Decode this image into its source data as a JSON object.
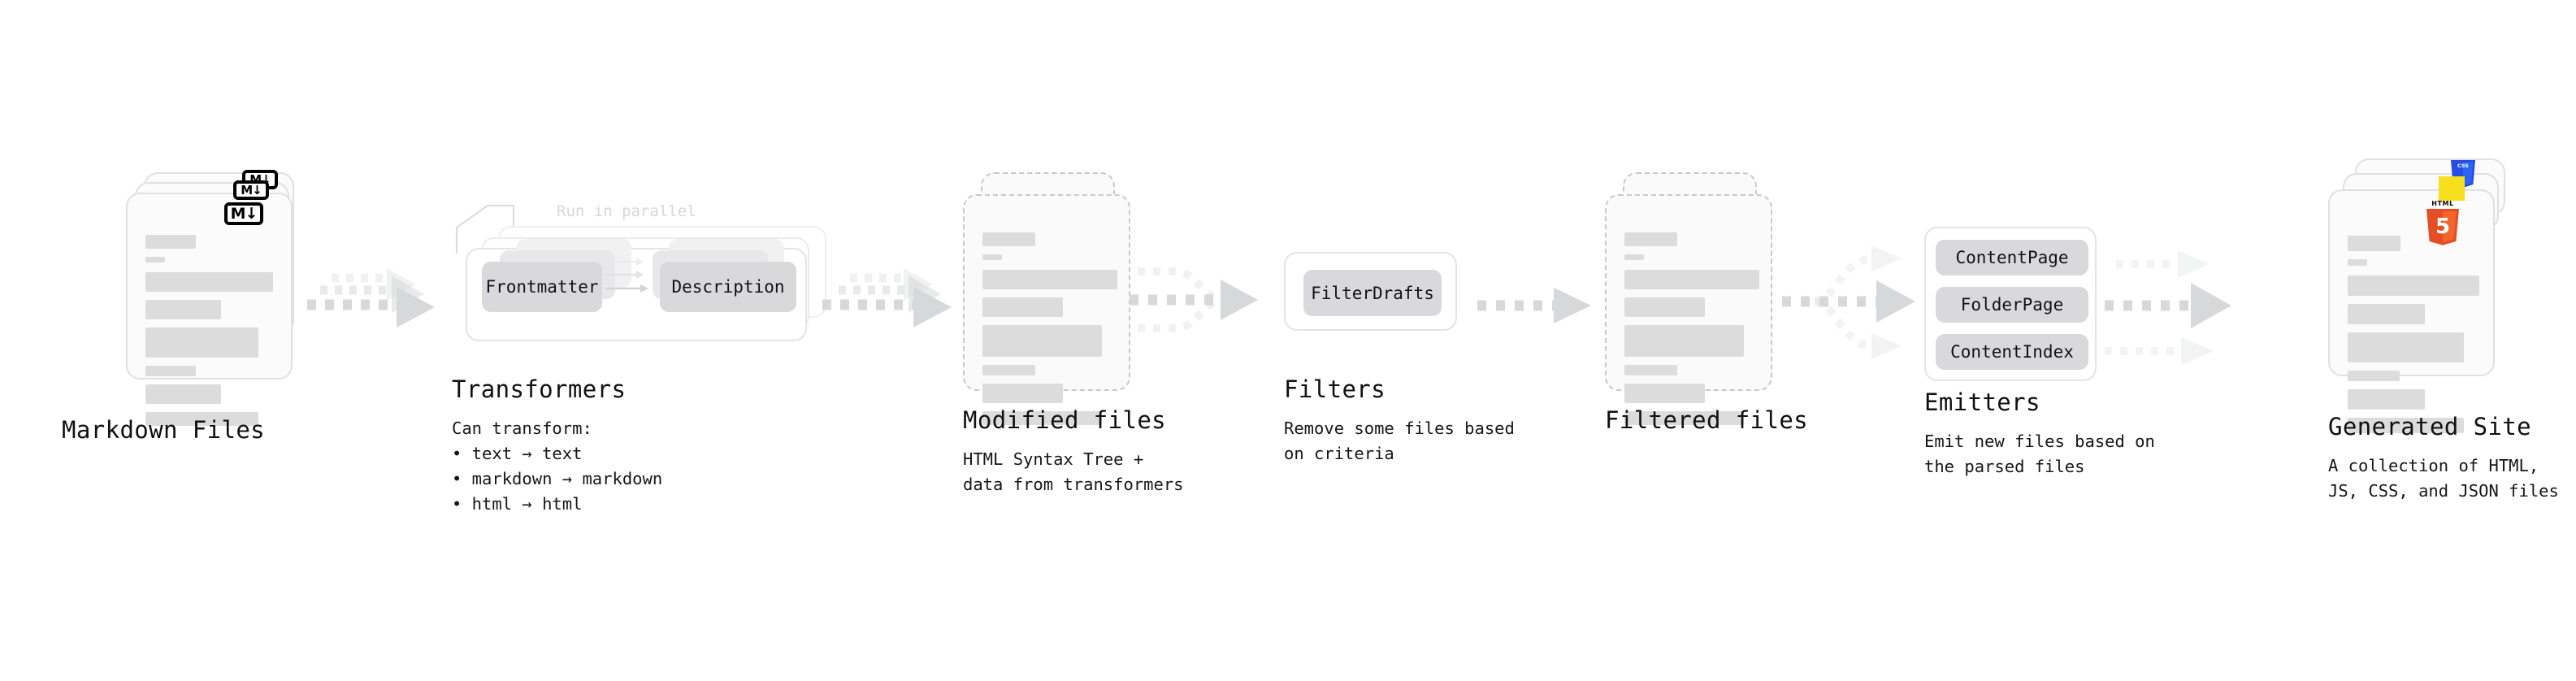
{
  "diagram": {
    "title": "Quartz content pipeline",
    "background": "#ffffff",
    "accent_gray": "#d9d9db",
    "arrow_color": "#d7d8d9",
    "text_color": "#16171a"
  },
  "stages": [
    {
      "id": "markdown-files",
      "title": "Markdown Files",
      "description": "",
      "kind": "doc-stack",
      "badge": "markdown-badge",
      "badge_label": "M↓",
      "card_count": 3,
      "dashed": false
    },
    {
      "id": "transformers",
      "title": "Transformers",
      "description": "Can transform:\n • text → text\n • markdown → markdown\n • html → html",
      "kind": "panel-stack",
      "parallel_label": "Run in parallel",
      "chips": [
        "Frontmatter",
        "Description"
      ],
      "layer_count": 3
    },
    {
      "id": "modified-files",
      "title": "Modified files",
      "description": "HTML Syntax Tree +\ndata from transformers",
      "kind": "doc-stack",
      "badge": "",
      "card_count": 2,
      "dashed": true
    },
    {
      "id": "filters",
      "title": "Filters",
      "description": "Remove some files based\non criteria",
      "kind": "panel",
      "chips": [
        "FilterDrafts"
      ]
    },
    {
      "id": "filtered-files",
      "title": "Filtered files",
      "description": "",
      "kind": "doc-stack",
      "badge": "",
      "card_count": 2,
      "dashed": true
    },
    {
      "id": "emitters",
      "title": "Emitters",
      "description": "Emit new files based on\nthe parsed files",
      "kind": "panel",
      "chips": [
        "ContentPage",
        "FolderPage",
        "ContentIndex"
      ]
    },
    {
      "id": "generated-site",
      "title": "Generated Site",
      "description": "A collection of HTML,\nJS, CSS, and JSON files",
      "kind": "doc-stack",
      "badge": "html5-badge",
      "badge_label": "HTML",
      "badge_number": "5",
      "card_count": 3,
      "dashed": false
    }
  ],
  "connectors": [
    {
      "id": "arrow-markdown-to-transformers",
      "style": "stacked-parallel",
      "lanes": 3
    },
    {
      "id": "arrow-transformers-to-modified",
      "style": "stacked-parallel",
      "lanes": 3
    },
    {
      "id": "arrow-modified-to-filters",
      "style": "merge",
      "lanes": 3
    },
    {
      "id": "arrow-filters-to-filtered",
      "style": "single",
      "lanes": 1
    },
    {
      "id": "arrow-filtered-to-emitters",
      "style": "branch",
      "lanes": 3
    },
    {
      "id": "arrow-emitters-to-site",
      "style": "parallel",
      "lanes": 3
    }
  ],
  "badges": {
    "markdown": {
      "label": "M↓",
      "fg": "#000000",
      "bg": "#ffffff"
    },
    "html5": {
      "label": "HTML",
      "number": "5",
      "color": "#e44d26",
      "shade": "#f16529"
    },
    "css3": {
      "label": "CSS",
      "color": "#264de4"
    },
    "js": {
      "label": "",
      "color": "#f7df1e"
    }
  }
}
